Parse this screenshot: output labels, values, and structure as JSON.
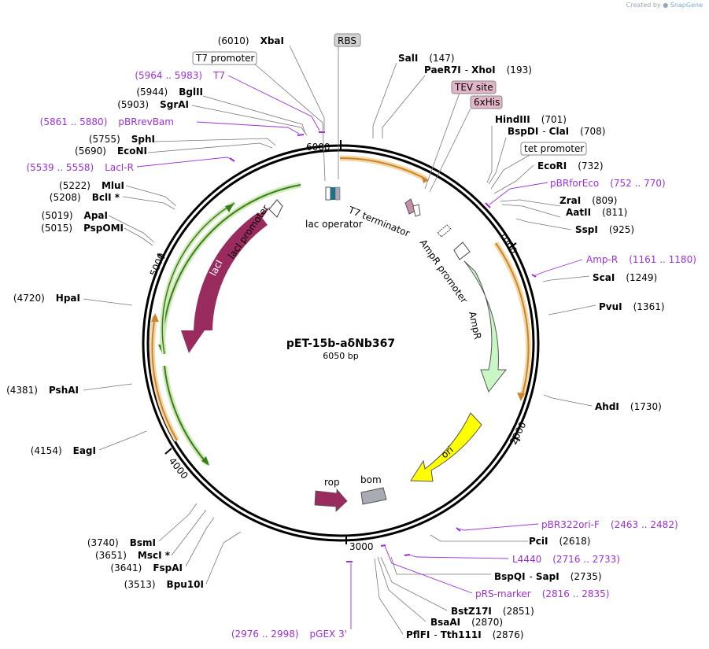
{
  "credit": {
    "prefix": "Created by",
    "brand": "SnapGene"
  },
  "plasmid": {
    "name": "pET-15b-aδNb367",
    "size_label": "6050 bp",
    "length_bp": 6050
  },
  "ticks": [
    {
      "bp": 1000,
      "label": "1000"
    },
    {
      "bp": 2000,
      "label": "2000"
    },
    {
      "bp": 3000,
      "label": "3000"
    },
    {
      "bp": 4000,
      "label": "4000"
    },
    {
      "bp": 5000,
      "label": "5000"
    },
    {
      "bp": 6000,
      "label": "6000"
    }
  ],
  "enzymes_right": [
    {
      "name": "SalI",
      "pos": "(147)"
    },
    {
      "name": "PaeR7I",
      "sep": "-",
      "name2": "XhoI",
      "pos": "(193)"
    },
    {
      "name": "HindIII",
      "pos": "(701)"
    },
    {
      "name": "BspDI",
      "sep": "-",
      "name2": "ClaI",
      "pos": "(708)"
    },
    {
      "name": "EcoRI",
      "pos": "(732)"
    },
    {
      "name": "ZraI",
      "pos": "(809)"
    },
    {
      "name": "AatII",
      "pos": "(811)"
    },
    {
      "name": "SspI",
      "pos": "(925)"
    },
    {
      "name": "ScaI",
      "pos": "(1249)"
    },
    {
      "name": "PvuI",
      "pos": "(1361)"
    },
    {
      "name": "AhdI",
      "pos": "(1730)"
    },
    {
      "name": "PciI",
      "pos": "(2618)"
    },
    {
      "name": "BspQI",
      "sep": "-",
      "name2": "SapI",
      "pos": "(2735)"
    },
    {
      "name": "BstZ17I",
      "pos": "(2851)"
    },
    {
      "name": "BsaAI",
      "pos": "(2870)"
    },
    {
      "name": "PflFI",
      "sep": "-",
      "name2": "Tth111I",
      "pos": "(2876)"
    }
  ],
  "enzymes_left": [
    {
      "name": "XbaI",
      "pos": "(6010)"
    },
    {
      "name": "BglII",
      "pos": "(5944)"
    },
    {
      "name": "SgrAI",
      "pos": "(5903)"
    },
    {
      "name": "SphI",
      "pos": "(5755)"
    },
    {
      "name": "EcoNI",
      "pos": "(5690)"
    },
    {
      "name": "MluI",
      "pos": "(5222)"
    },
    {
      "name": "BclI *",
      "pos": "(5208)"
    },
    {
      "name": "ApaI",
      "pos": "(5019)"
    },
    {
      "name": "PspOMI",
      "pos": "(5015)"
    },
    {
      "name": "HpaI",
      "pos": "(4720)"
    },
    {
      "name": "PshAI",
      "pos": "(4381)"
    },
    {
      "name": "EagI",
      "pos": "(4154)"
    },
    {
      "name": "BsmI",
      "pos": "(3740)"
    },
    {
      "name": "MscI *",
      "pos": "(3651)"
    },
    {
      "name": "FspAI",
      "pos": "(3641)"
    },
    {
      "name": "Bpu10I",
      "pos": "(3513)"
    }
  ],
  "primers": [
    {
      "name": "T7",
      "range": "(5964 .. 5983)"
    },
    {
      "name": "pBRrevBam",
      "range": "(5861 .. 5880)"
    },
    {
      "name": "LacI-R",
      "range": "(5539 .. 5558)"
    },
    {
      "name": "pBRforEco",
      "range": "(752 .. 770)"
    },
    {
      "name": "Amp-R",
      "range": "(1161 .. 1180)"
    },
    {
      "name": "pBR322ori-F",
      "range": "(2463 .. 2482)"
    },
    {
      "name": "L4440",
      "range": "(2716 .. 2733)"
    },
    {
      "name": "pRS-marker",
      "range": "(2816 .. 2835)"
    },
    {
      "name": "pGEX 3'",
      "range": "(2976 .. 2998)"
    }
  ],
  "boxed_labels": {
    "rbs": "RBS",
    "t7_promoter": "T7 promoter",
    "tev_site": "TEV site",
    "his_tag": "6xHis",
    "tet_promoter": "tet promoter"
  },
  "features": {
    "laci": "lacI",
    "laci_promoter": "lacI promoter",
    "lac_operator": "lac operator",
    "t7_terminator": "T7 terminator",
    "ampr_promoter": "AmpR promoter",
    "ampr": "AmpR",
    "ori": "ori",
    "rop": "rop",
    "bom": "bom"
  },
  "colors": {
    "laci": "#9a2b5f",
    "rop": "#9a2b5f",
    "ampr": "#c8f7c5",
    "ori": "#ffff00",
    "bom": "#a8acb2",
    "primer": "#9b30d9",
    "orf_orange": "#f0a030",
    "orf_green": "#7bc850"
  }
}
